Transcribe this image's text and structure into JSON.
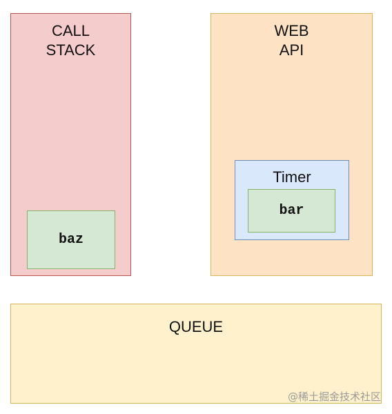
{
  "call_stack": {
    "title": "CALL\nSTACK",
    "items": [
      "baz"
    ]
  },
  "web_api": {
    "title": "WEB\nAPI",
    "timer": {
      "title": "Timer",
      "callback": "bar"
    }
  },
  "queue": {
    "title": "QUEUE"
  },
  "watermark": "@稀土掘金技术社区",
  "colors": {
    "call_stack_fill": "#f5cccc",
    "web_api_fill": "#fde3c4",
    "timer_fill": "#dae8fc",
    "function_fill": "#d5e8d4",
    "queue_fill": "#fff1cc"
  }
}
